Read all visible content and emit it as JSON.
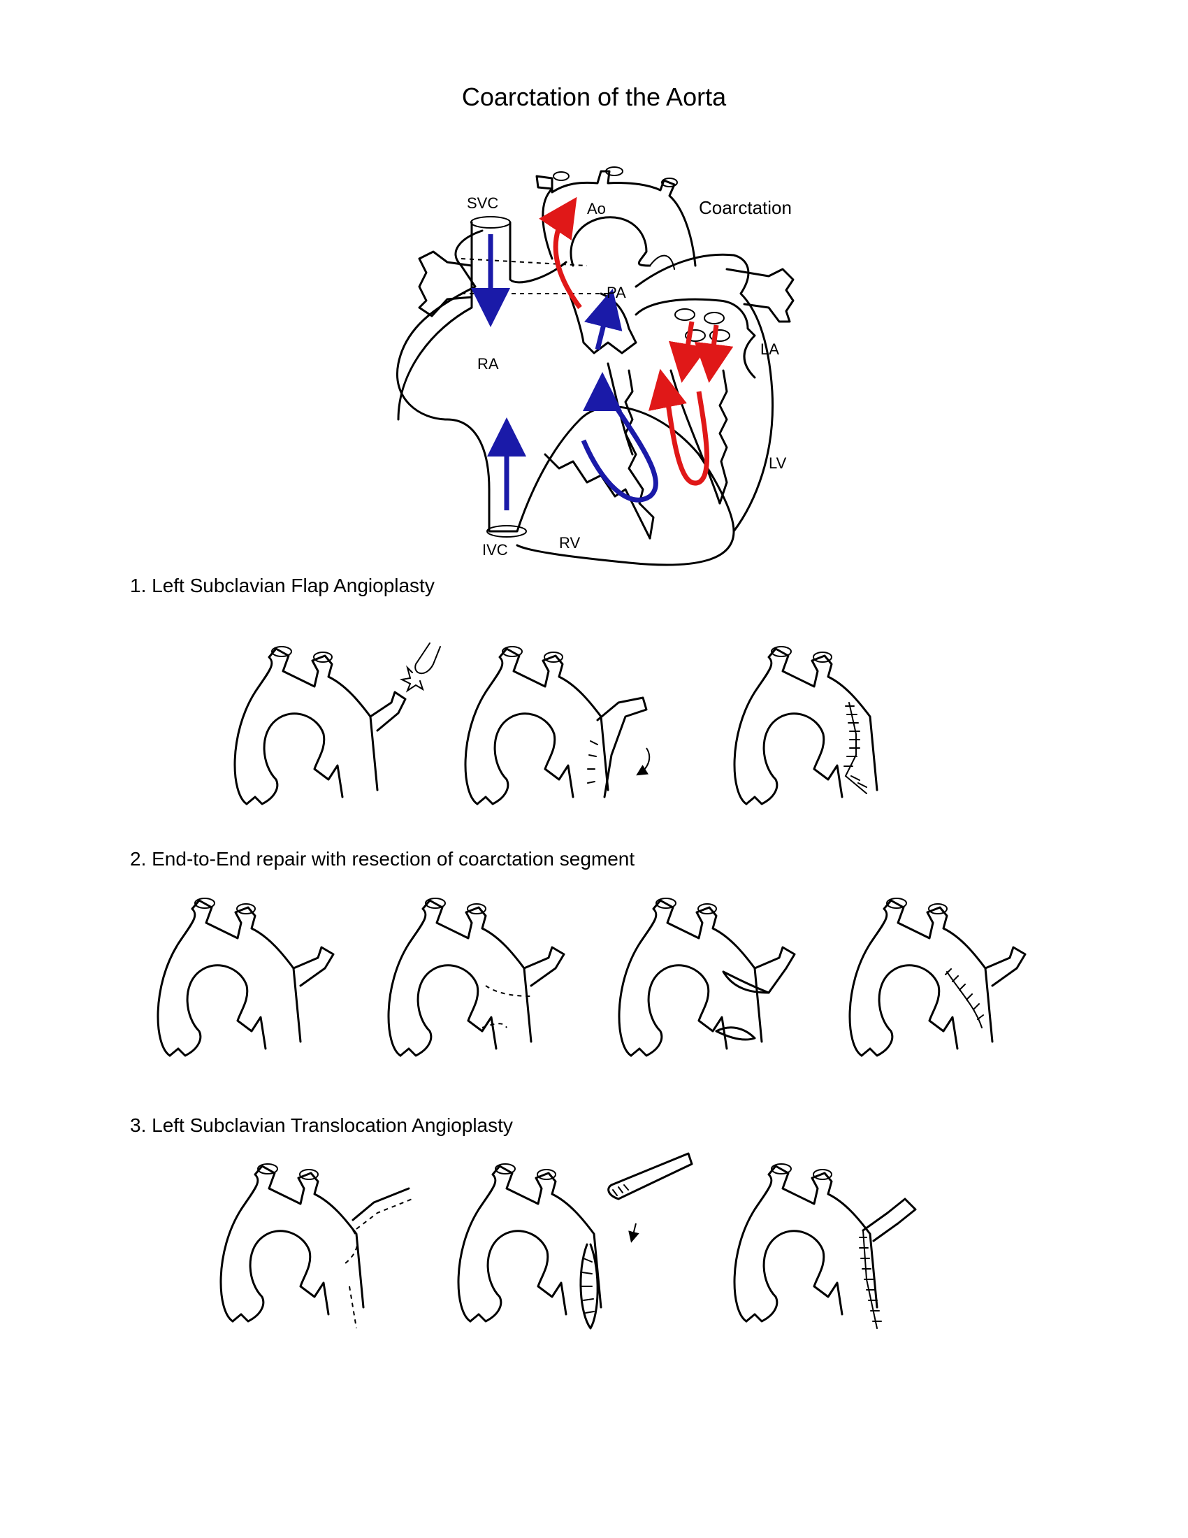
{
  "title": "Coarctation of the Aorta",
  "heart_labels": {
    "svc": "SVC",
    "ao": "Ao",
    "coarctation": "Coarctation",
    "pa": "PA",
    "ra": "RA",
    "la": "LA",
    "lv": "LV",
    "ivc": "IVC",
    "rv": "RV"
  },
  "sections": [
    {
      "heading": "1. Left Subclavian Flap Angioplasty"
    },
    {
      "heading": "2.  End-to-End repair with resection of coarctation segment"
    },
    {
      "heading": "3. Left Subclavian Translocation Angioplasty"
    }
  ],
  "colors": {
    "deoxygenated_flow": "#1a1aa8",
    "oxygenated_flow": "#e01818",
    "line": "#000000"
  }
}
